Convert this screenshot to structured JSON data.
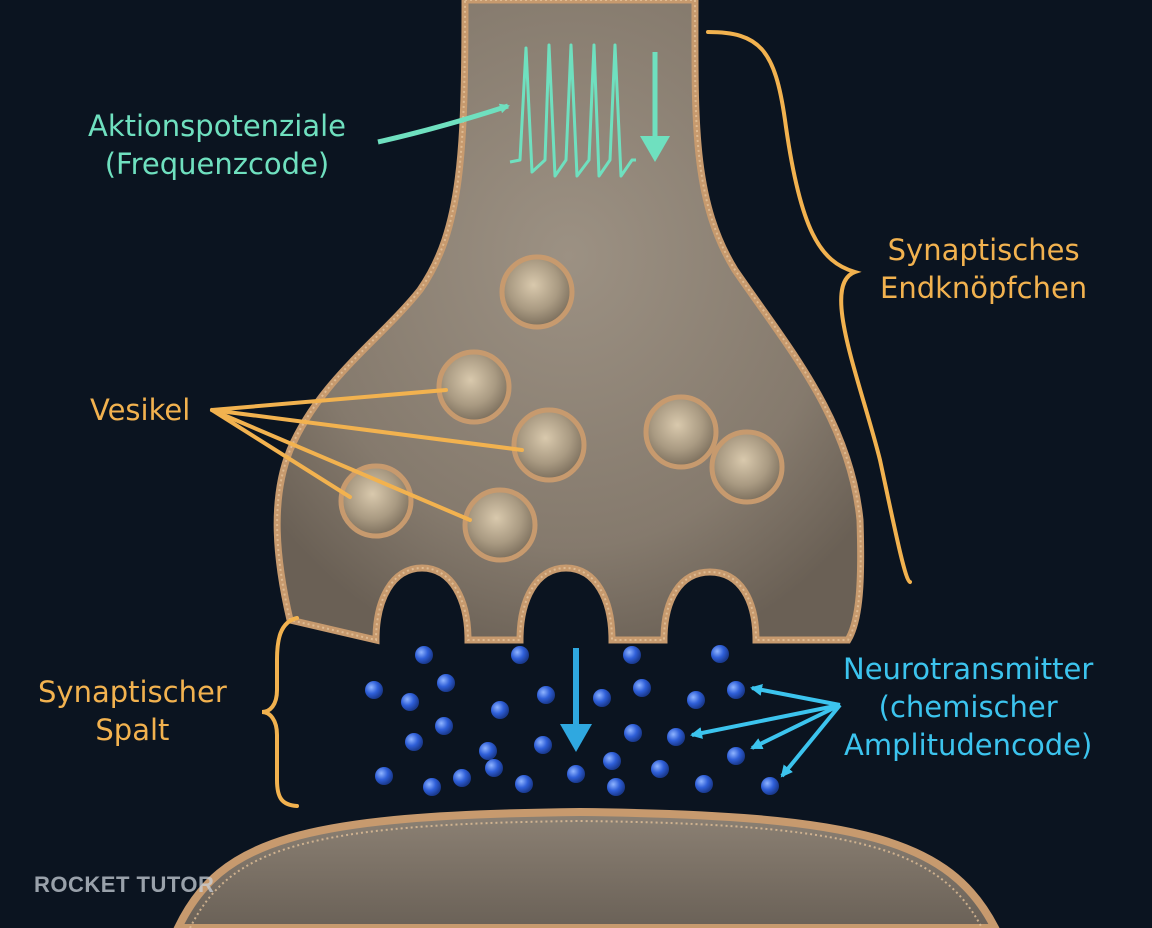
{
  "labels": {
    "action_potentials": {
      "line1": "Aktionspotenziale",
      "line2": "(Frequenzcode)"
    },
    "terminal_button": {
      "line1": "Synaptisches",
      "line2": "Endknöpfchen"
    },
    "vesicles": "Vesikel",
    "synaptic_cleft": {
      "line1": "Synaptischer",
      "line2": "Spalt"
    },
    "neurotransmitter": {
      "line1": "Neurotransmitter",
      "line2": "(chemischer",
      "line3": "Amplitudencode)"
    }
  },
  "watermark": "ROCKET TUTOR",
  "colors": {
    "background": "#0b1420",
    "membrane": "#c79a6e",
    "cytoplasm": "#8d8173",
    "teal_label": "#6fe0bf",
    "gold_label": "#f2b24f",
    "cyan_label": "#3cc4ee",
    "neurotransmitter_dot": "#2f5fd8"
  }
}
